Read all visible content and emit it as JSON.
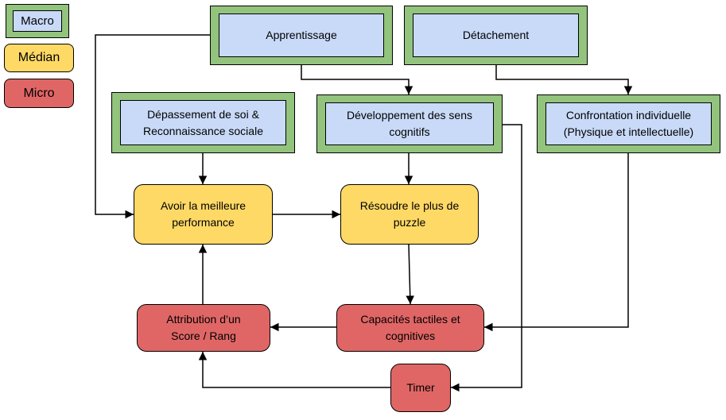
{
  "legend": {
    "macro": "Macro",
    "median": "Médian",
    "micro": "Micro"
  },
  "nodes": {
    "apprentissage": "Apprentissage",
    "detachement": "Détachement",
    "depassement": "Dépassement de soi &\nReconnaissance sociale",
    "developpement": "Développement des sens\ncognitifs",
    "confrontation": "Confrontation individuelle\n(Physique et intellectuelle)",
    "meilleure_performance": "Avoir la meilleure\nperformance",
    "resoudre_puzzle": "Résoudre le plus de\npuzzle",
    "attribution_score": "Attribution d’un\nScore / Rang",
    "capacites": "Capacités tactiles et\ncognitives",
    "timer": "Timer"
  },
  "colors": {
    "macro_outer": "#93c47d",
    "macro_inner": "#c9daf8",
    "median": "#ffd966",
    "micro": "#e06666"
  }
}
